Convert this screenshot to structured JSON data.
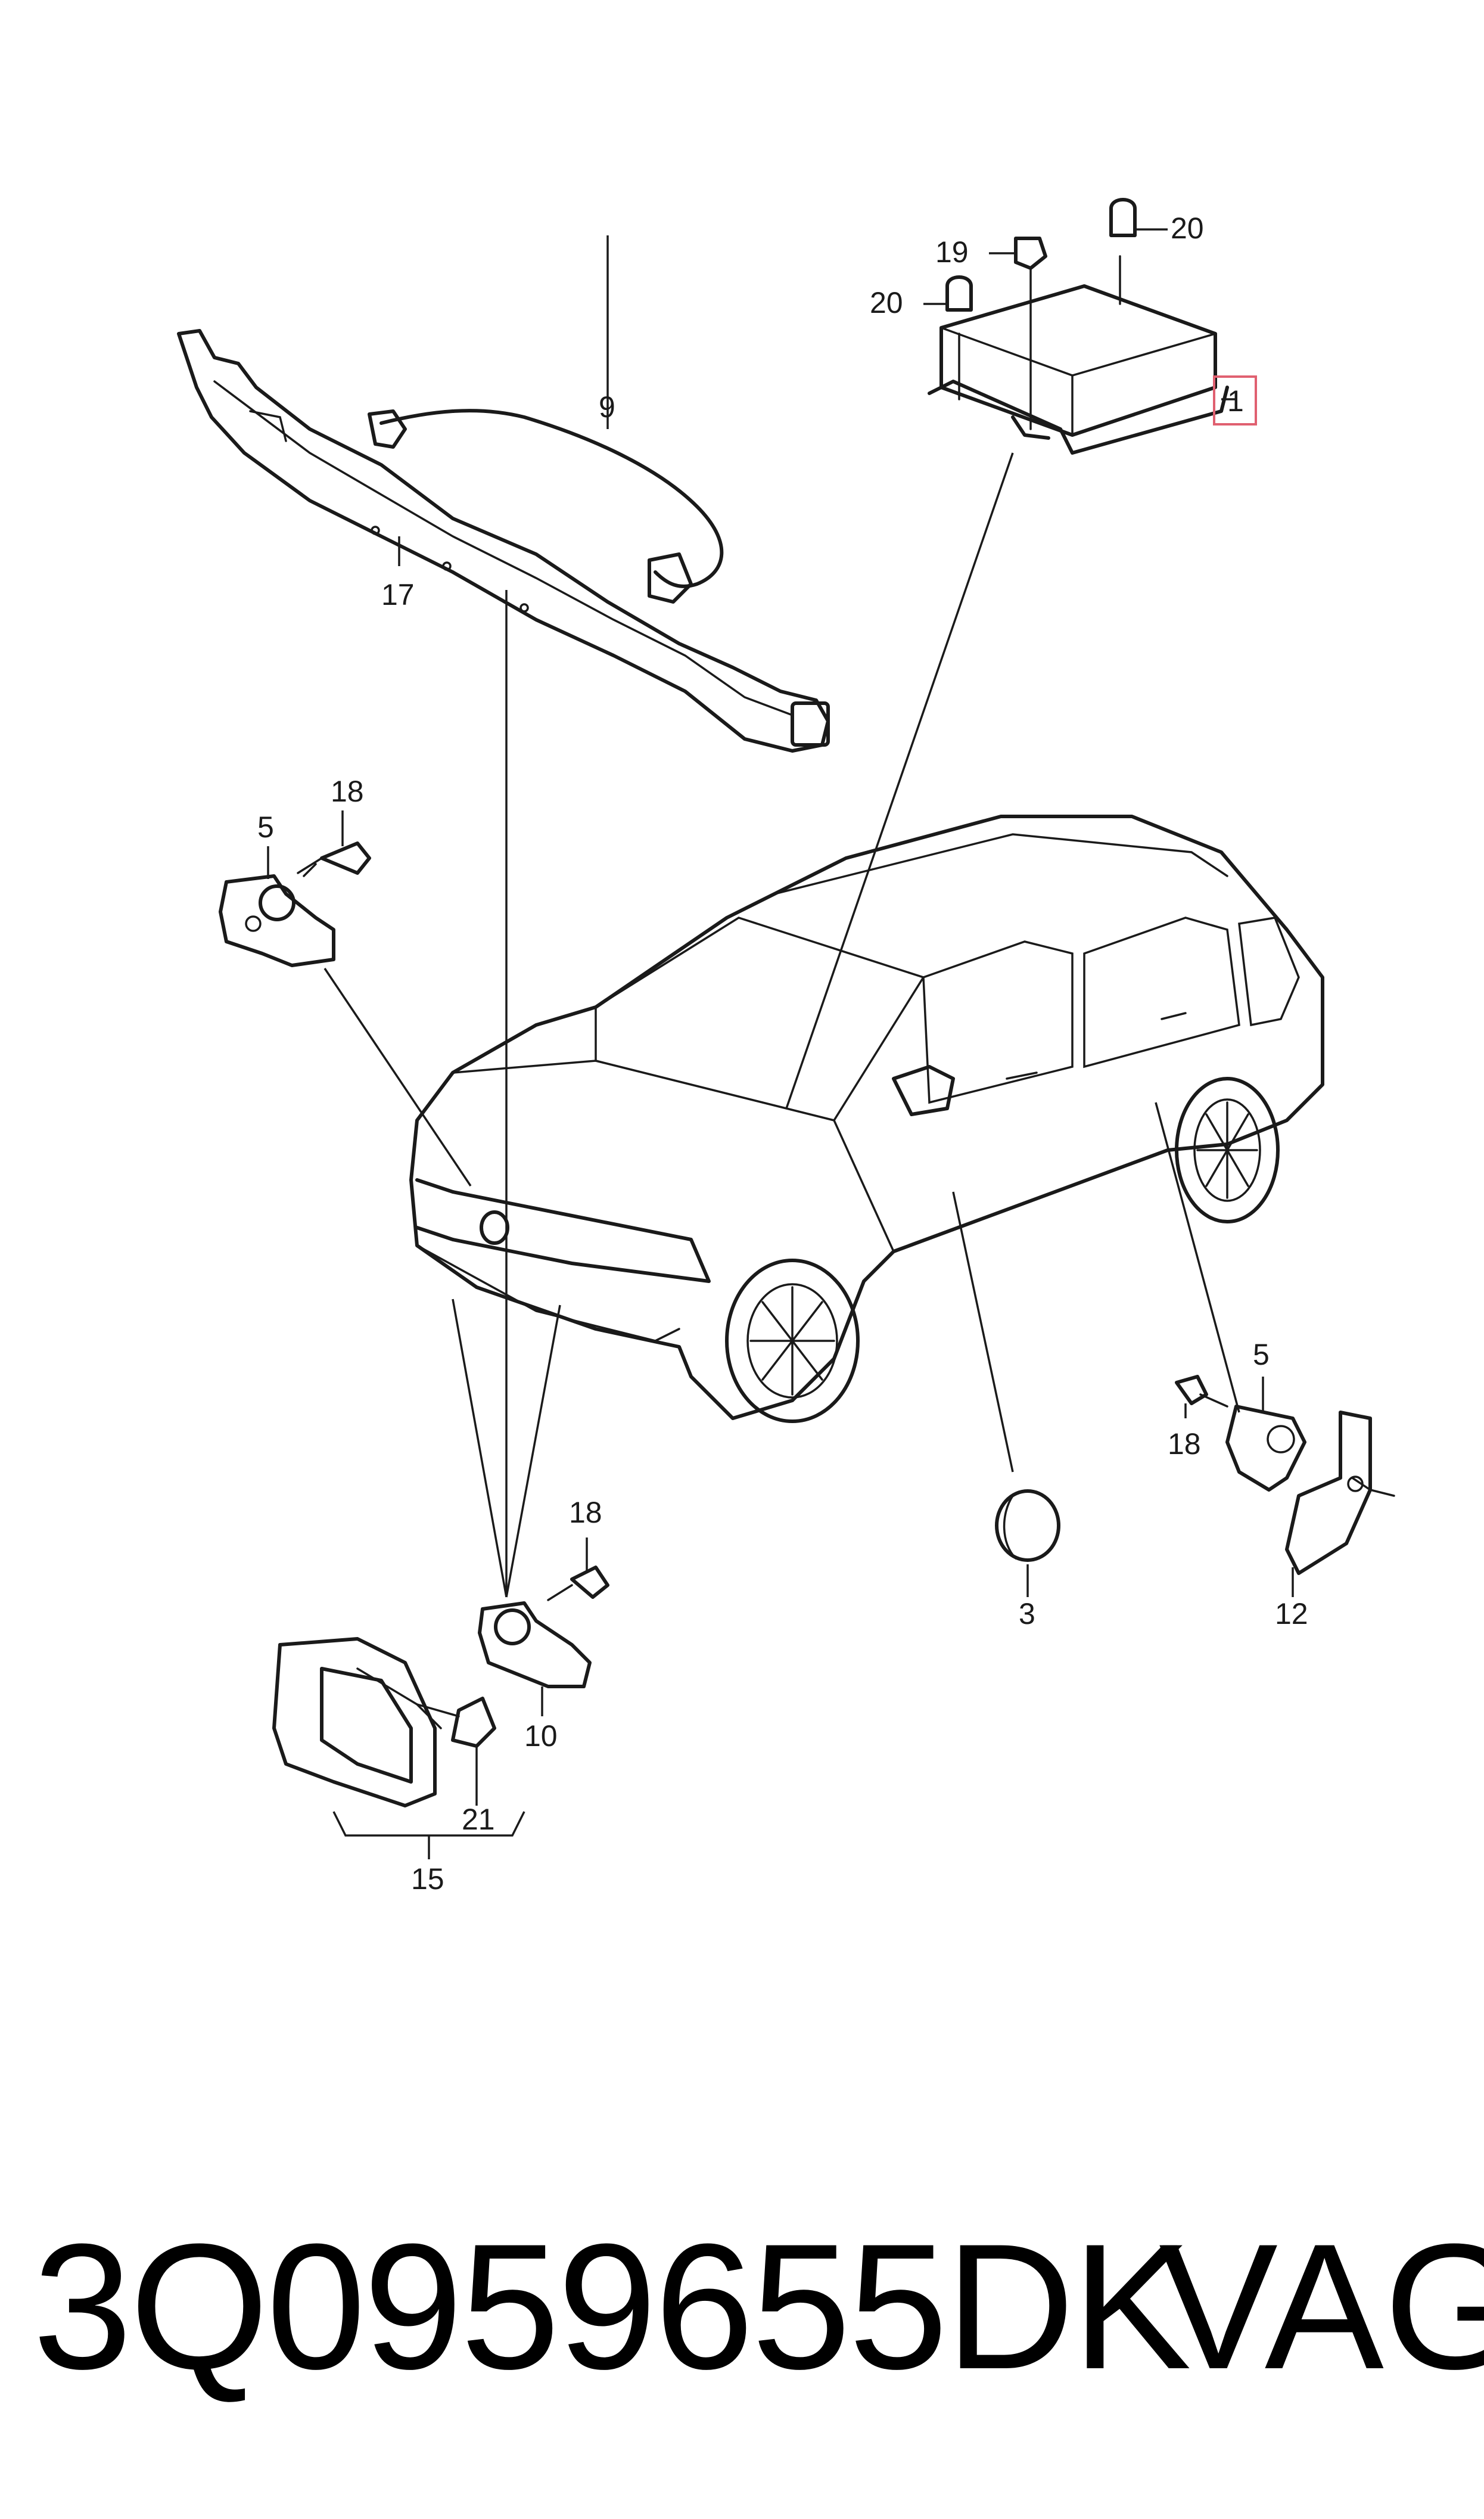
{
  "callouts": {
    "c1": "1",
    "c3": "3",
    "c5a": "5",
    "c5b": "5",
    "c9": "9",
    "c10": "10",
    "c12": "12",
    "c15": "15",
    "c17": "17",
    "c18a": "18",
    "c18b": "18",
    "c18c": "18",
    "c19": "19",
    "c20a": "20",
    "c20b": "20",
    "c21": "21"
  },
  "highlight_color": "#e06070",
  "footer": {
    "part_number": "3Q0959655DK",
    "brand": "VAG"
  }
}
